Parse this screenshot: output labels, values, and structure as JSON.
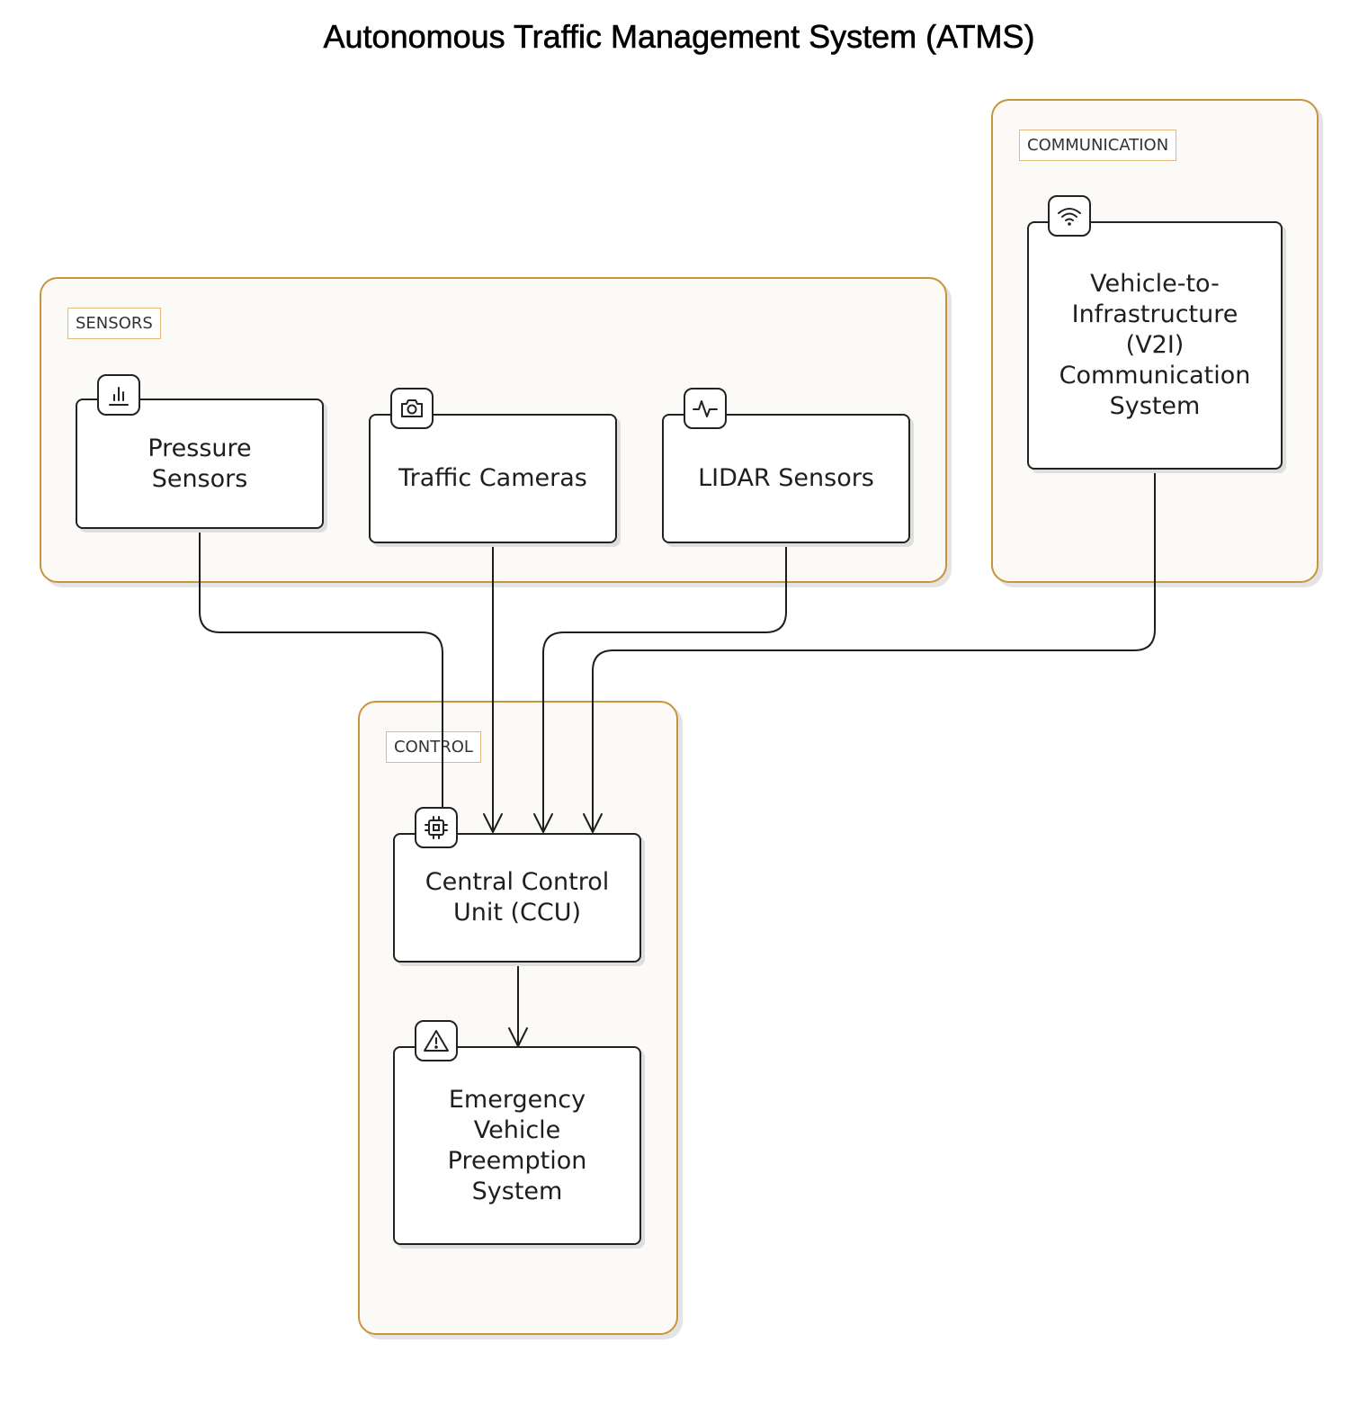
{
  "title": "Autonomous Traffic Management System (ATMS)",
  "groups": {
    "sensors": {
      "label": "SENSORS"
    },
    "communication": {
      "label": "COMMUNICATION"
    },
    "control": {
      "label": "CONTROL"
    }
  },
  "nodes": {
    "pressure": {
      "label": "Pressure Sensors",
      "icon": "bar-chart-icon"
    },
    "cameras": {
      "label": "Traffic Cameras",
      "icon": "camera-icon"
    },
    "lidar": {
      "label": "LIDAR Sensors",
      "icon": "pulse-icon"
    },
    "v2i": {
      "label": "Vehicle-to-Infrastructure (V2I) Communication System",
      "icon": "wifi-icon"
    },
    "ccu": {
      "label": "Central Control Unit (CCU)",
      "icon": "cpu-chip-icon"
    },
    "emergency": {
      "label": "Emergency Vehicle Preemption System",
      "icon": "warning-triangle-icon"
    }
  },
  "edges": [
    {
      "from": "Pressure Sensors",
      "to": "Central Control Unit (CCU)"
    },
    {
      "from": "Traffic Cameras",
      "to": "Central Control Unit (CCU)"
    },
    {
      "from": "LIDAR Sensors",
      "to": "Central Control Unit (CCU)"
    },
    {
      "from": "Vehicle-to-Infrastructure (V2I) Communication System",
      "to": "Central Control Unit (CCU)"
    },
    {
      "from": "Central Control Unit (CCU)",
      "to": "Emergency Vehicle Preemption System"
    }
  ]
}
